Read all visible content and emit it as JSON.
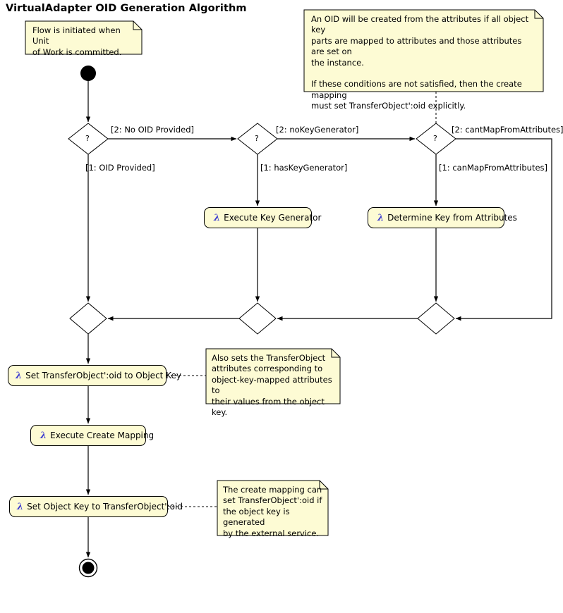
{
  "title": "VirtualAdapter OID Generation Algorithm",
  "colors": {
    "note_fill": "#fdfbd4",
    "note_stroke": "#000000",
    "action_fill": "#fdfbd4",
    "action_stroke": "#000000",
    "lambda": "#4040d0",
    "line": "#000000",
    "background": "#ffffff"
  },
  "nodes": {
    "start": {
      "name": "initial-node"
    },
    "end": {
      "name": "final-node"
    },
    "decisions": [
      {
        "id": "d1",
        "label": "?"
      },
      {
        "id": "d2",
        "label": "?"
      },
      {
        "id": "d3",
        "label": "?"
      }
    ],
    "merges": [
      {
        "id": "m1",
        "label": ""
      },
      {
        "id": "m2",
        "label": ""
      },
      {
        "id": "m3",
        "label": ""
      }
    ],
    "actions": [
      {
        "id": "a1",
        "icon": "lambda-icon",
        "glyph": "λ",
        "label": "Execute Key Generator"
      },
      {
        "id": "a2",
        "icon": "lambda-icon",
        "glyph": "λ",
        "label": "Determine Key from Attributes"
      },
      {
        "id": "a3",
        "icon": "lambda-icon",
        "glyph": "λ",
        "label": "Set TransferObject':oid to Object Key"
      },
      {
        "id": "a4",
        "icon": "lambda-icon",
        "glyph": "λ",
        "label": "Execute Create Mapping"
      },
      {
        "id": "a5",
        "icon": "lambda-icon",
        "glyph": "λ",
        "label": "Set Object Key to TransferObject':oid"
      }
    ]
  },
  "edge_labels": {
    "d1_yes": "[1: OID Provided]",
    "d1_no": "[2: No OID Provided]",
    "d2_yes": "[1: hasKeyGenerator]",
    "d2_no": "[2: noKeyGenerator]",
    "d3_yes": "[1: canMapFromAttributes]",
    "d3_no": "[2: cantMapFromAttributes]"
  },
  "notes": {
    "start_note": "Flow is initiated when Unit\nof Work is committed.",
    "oid_note": "An OID will be created from the attributes if all object key\nparts are mapped to attributes and those attributes are set on\nthe instance.\n\nIf these conditions are not satisfied, then the create mapping\nmust set TransferObject':oid explicitly.",
    "set_oid_note": "Also sets the TransferObject\nattributes corresponding to\nobject-key-mapped attributes to\ntheir values from the object key.",
    "create_mapping_note": "The create mapping can\nset TransferObject':oid if\nthe object key is generated\nby the external service."
  }
}
